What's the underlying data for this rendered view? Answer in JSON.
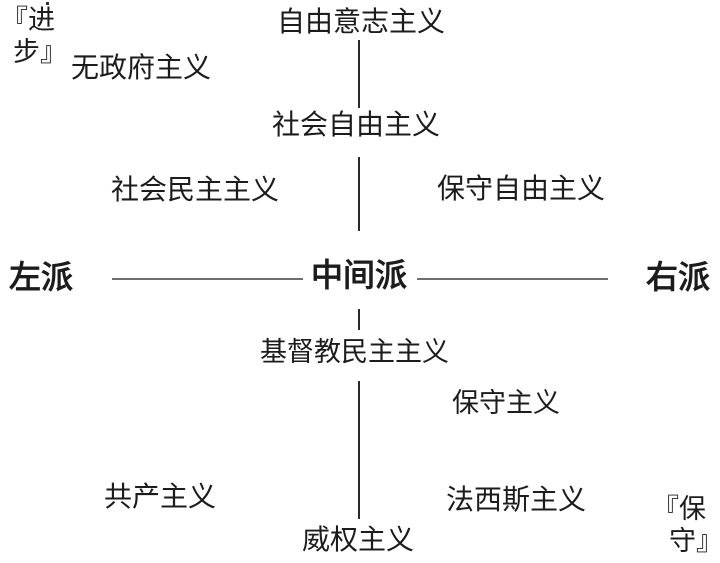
{
  "colors": {
    "bg": "#ffffff",
    "text": "#1c1c1c",
    "h_line": "#6f6f6f",
    "v_line": "#2a2a2a"
  },
  "axis": {
    "left_label": "左派",
    "center_label": "中间派",
    "right_label": "右派"
  },
  "corners": {
    "top_left_line1": "『进",
    "top_left_line2": "步』",
    "bottom_right_line1": "『保",
    "bottom_right_line2": "守』"
  },
  "ideologies": {
    "libertarianism": "自由意志主义",
    "anarchism": "无政府主义",
    "social_liberalism": "社会自由主义",
    "social_democracy": "社会民主主义",
    "conservative_liberalism": "保守自由主义",
    "christian_democracy": "基督教民主主义",
    "conservatism": "保守主义",
    "communism": "共产主义",
    "fascism": "法西斯主义",
    "authoritarianism": "威权主义"
  }
}
